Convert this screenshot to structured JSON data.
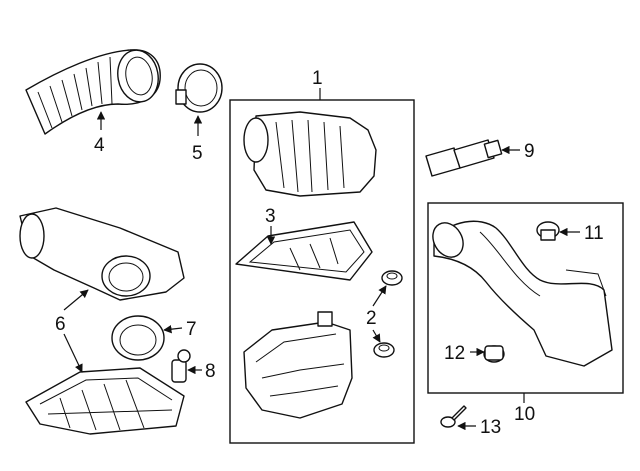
{
  "diagram": {
    "callouts": [
      "1",
      "2",
      "3",
      "4",
      "5",
      "6",
      "7",
      "8",
      "9",
      "10",
      "11",
      "12",
      "13"
    ],
    "colors": {
      "line": "#111111",
      "background": "#ffffff"
    }
  }
}
